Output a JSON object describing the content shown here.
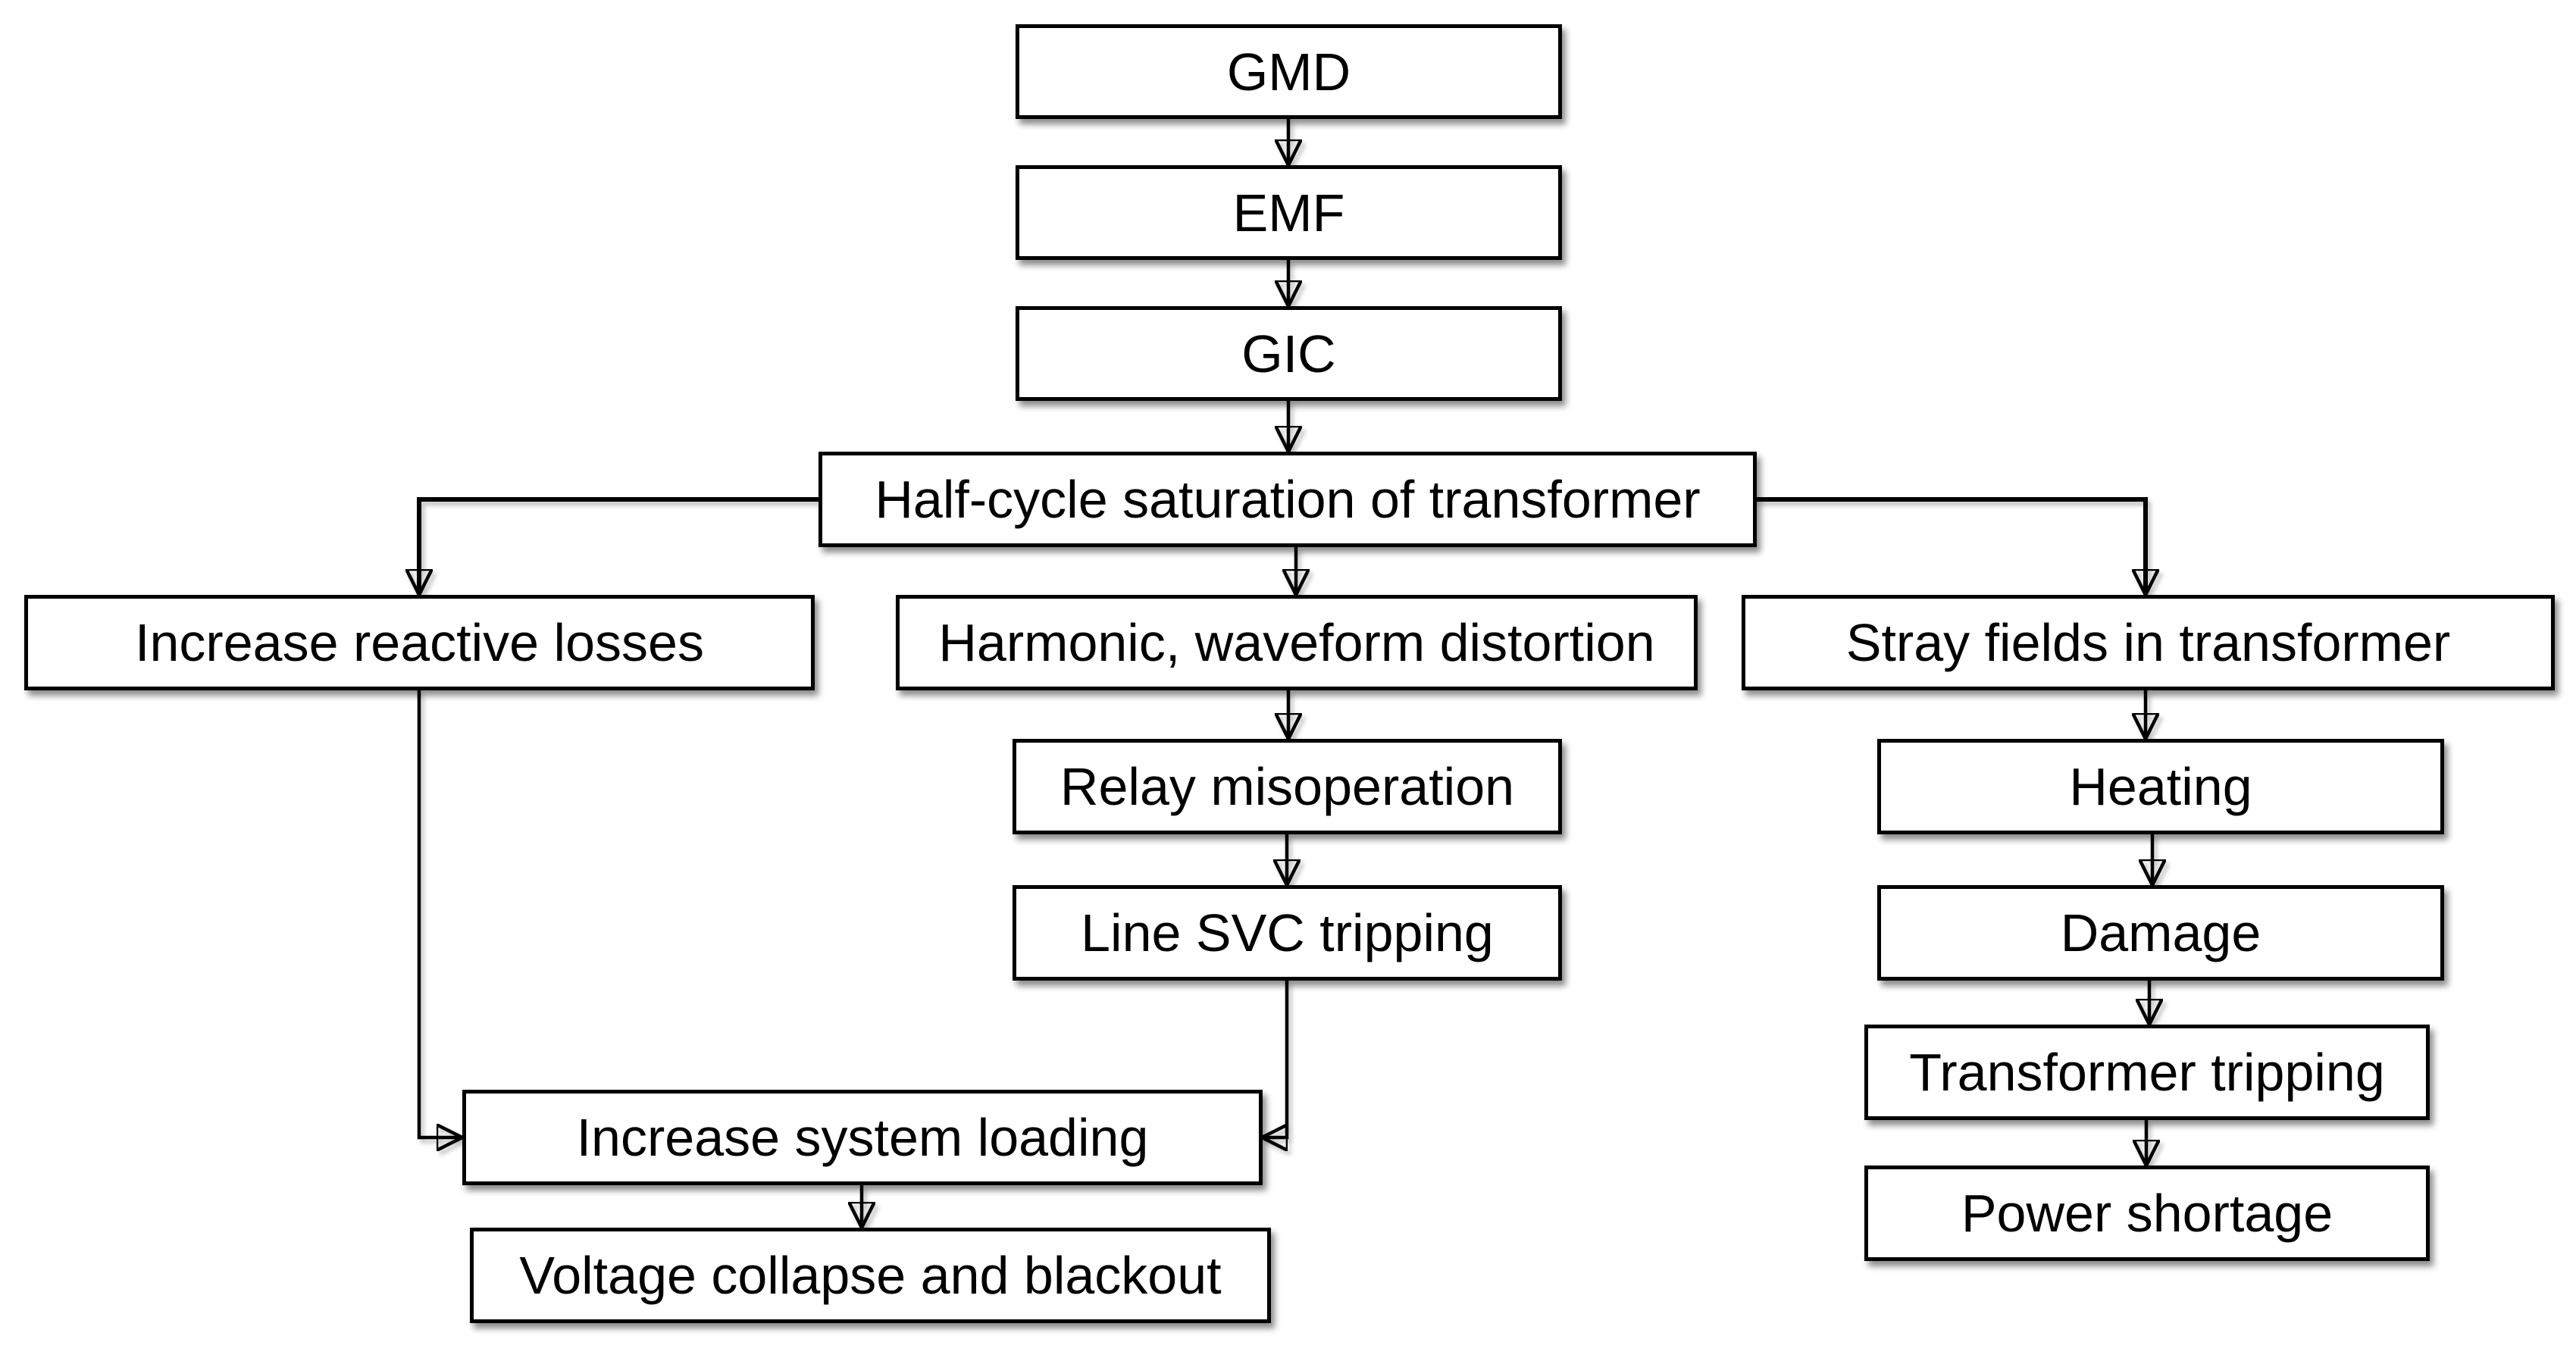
{
  "diagram": {
    "title": "GMD impact flowchart",
    "colors": {
      "background": "#ffffff",
      "box_fill": "#ffffff",
      "box_border": "#000000",
      "text": "#000000",
      "connector": "#000000"
    },
    "nodes": {
      "gmd": {
        "label": "GMD"
      },
      "emf": {
        "label": "EMF"
      },
      "gic": {
        "label": "GIC"
      },
      "half_cycle": {
        "label": "Half-cycle saturation of transformer"
      },
      "reactive_losses": {
        "label": "Increase reactive losses"
      },
      "harmonic_distortion": {
        "label": "Harmonic, waveform distortion"
      },
      "stray_fields": {
        "label": "Stray fields in transformer"
      },
      "relay_misoperation": {
        "label": "Relay misoperation"
      },
      "line_svc_tripping": {
        "label": "Line SVC tripping"
      },
      "heating": {
        "label": "Heating"
      },
      "damage": {
        "label": "Damage"
      },
      "transformer_tripping": {
        "label": "Transformer tripping"
      },
      "system_loading": {
        "label": "Increase system loading"
      },
      "power_shortage": {
        "label": "Power shortage"
      },
      "voltage_collapse": {
        "label": "Voltage collapse and blackout"
      }
    },
    "edges": [
      {
        "from": "gmd",
        "to": "emf"
      },
      {
        "from": "emf",
        "to": "gic"
      },
      {
        "from": "gic",
        "to": "half_cycle"
      },
      {
        "from": "half_cycle",
        "to": "reactive_losses"
      },
      {
        "from": "half_cycle",
        "to": "harmonic_distortion"
      },
      {
        "from": "half_cycle",
        "to": "stray_fields"
      },
      {
        "from": "harmonic_distortion",
        "to": "relay_misoperation"
      },
      {
        "from": "relay_misoperation",
        "to": "line_svc_tripping"
      },
      {
        "from": "reactive_losses",
        "to": "system_loading"
      },
      {
        "from": "line_svc_tripping",
        "to": "system_loading"
      },
      {
        "from": "system_loading",
        "to": "voltage_collapse"
      },
      {
        "from": "stray_fields",
        "to": "heating"
      },
      {
        "from": "heating",
        "to": "damage"
      },
      {
        "from": "damage",
        "to": "transformer_tripping"
      },
      {
        "from": "transformer_tripping",
        "to": "power_shortage"
      }
    ]
  }
}
